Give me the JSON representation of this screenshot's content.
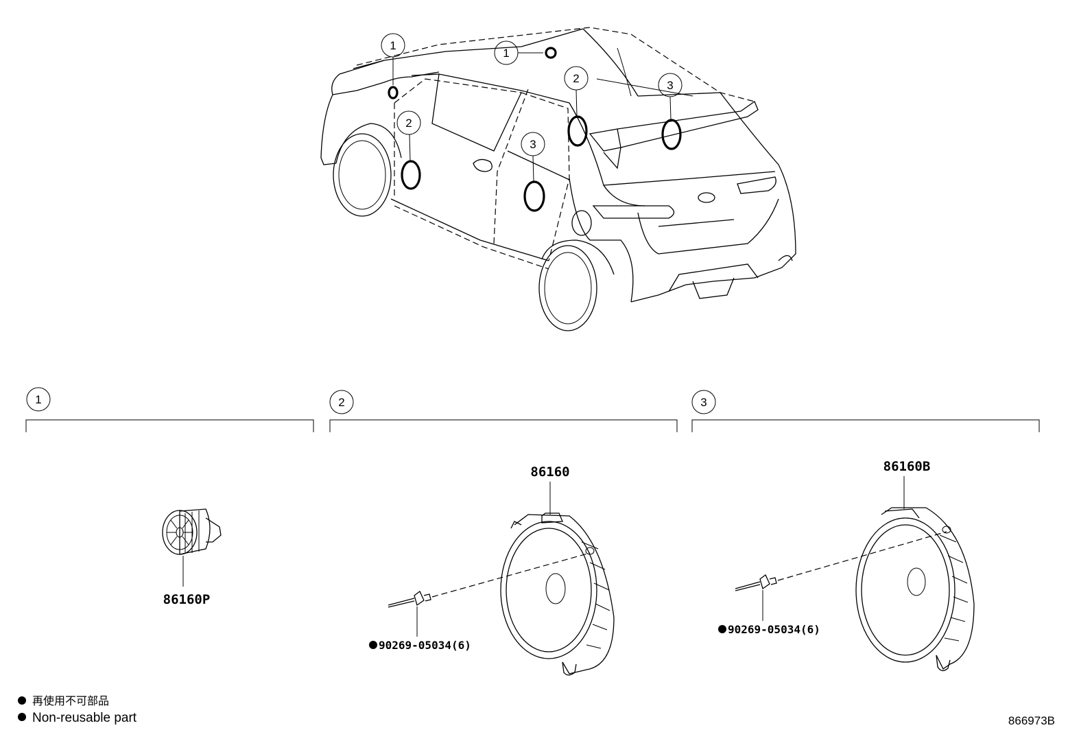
{
  "callouts": {
    "one": "1",
    "two": "2",
    "three": "3"
  },
  "parts": {
    "tweeter": "86160P",
    "front_speaker": "86160",
    "rear_speaker": "86160B",
    "rivet_front": "90269-05034(6)",
    "rivet_rear": "90269-05034(6)"
  },
  "legend": {
    "japanese": "再使用不可部品",
    "english": "Non-reusable part"
  },
  "diagram_code": "866973B"
}
